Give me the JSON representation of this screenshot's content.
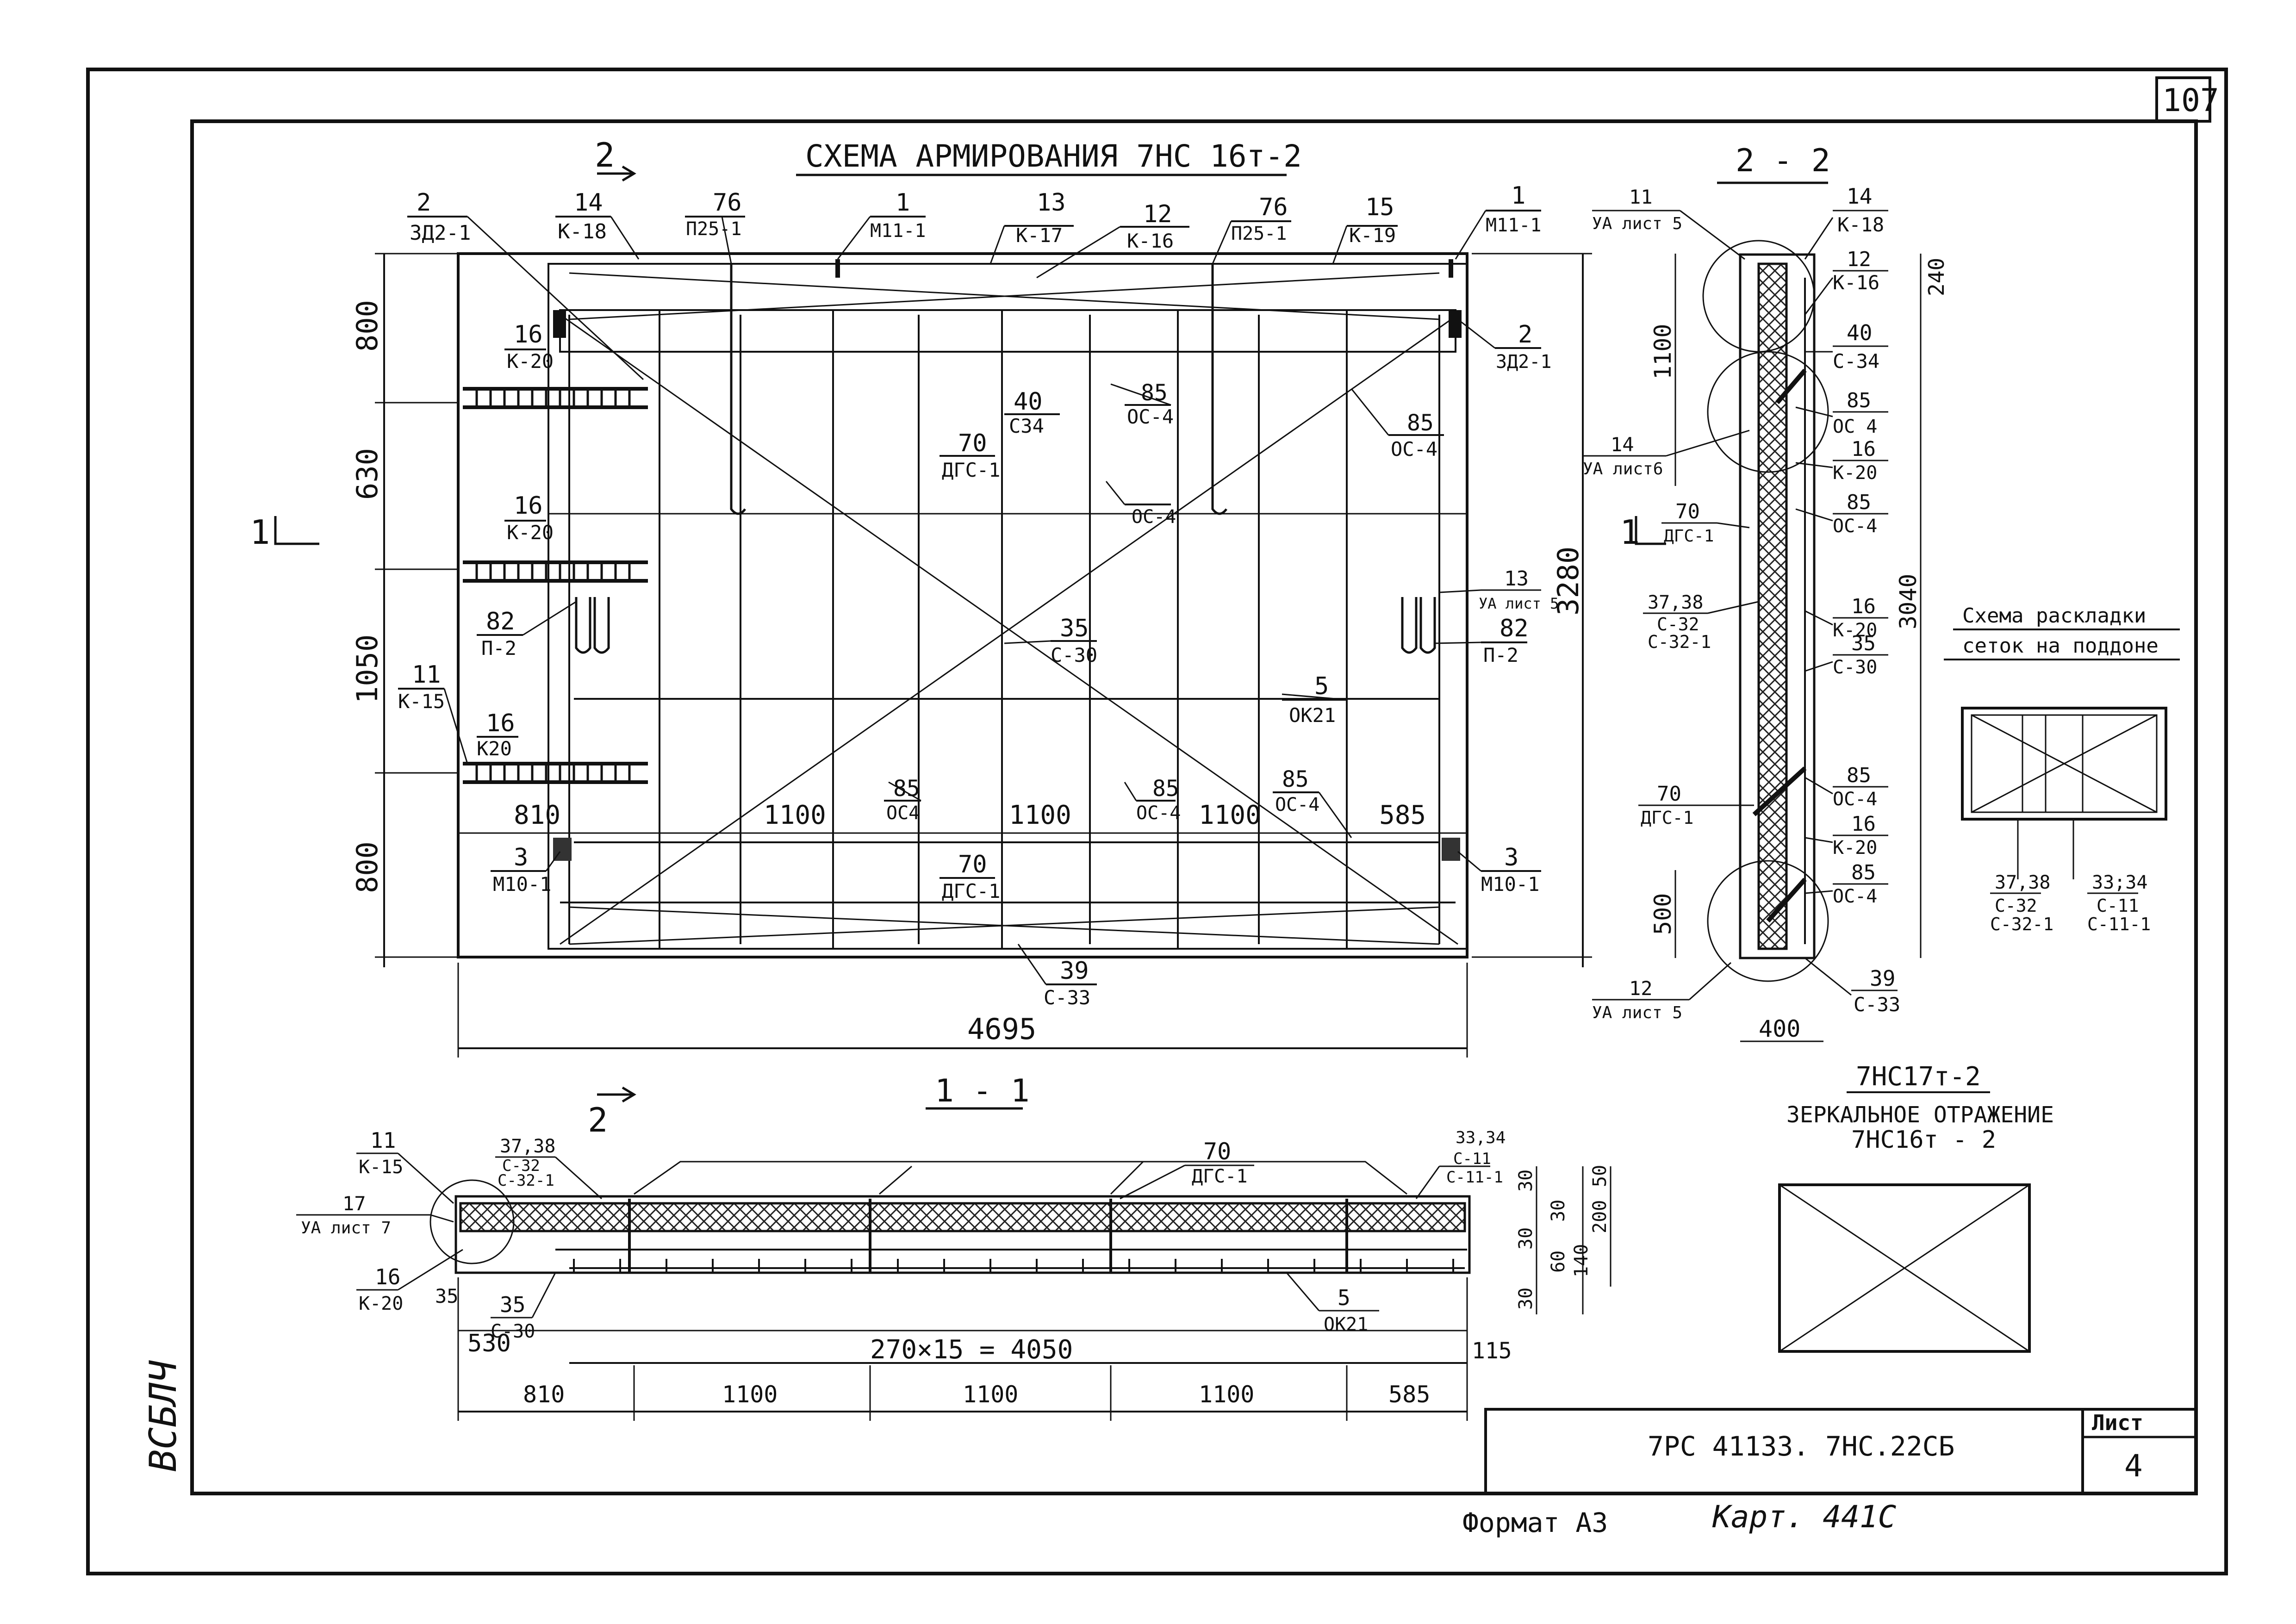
{
  "sheet": {
    "page_number": "107",
    "title": "СХЕМА АРМИРОВАНИЯ 7НС 16т-2",
    "section_22": "2 - 2",
    "section_11": "1 - 1",
    "marker_2": "2",
    "marker_1": "1",
    "format": "Формат А3",
    "kart": "Карт. 441С",
    "margin_sign": "ВСБЛЧ"
  },
  "plan": {
    "dims_left": [
      "800",
      "630",
      "1050",
      "800"
    ],
    "dim_right": "3280",
    "dims_bottom_inner": [
      "810",
      "1100",
      "1100",
      "1100",
      "585"
    ],
    "dim_total": "4695",
    "callouts": [
      {
        "num": "2",
        "mark": "ЗД2-1"
      },
      {
        "num": "14",
        "mark": "К-18"
      },
      {
        "num": "76",
        "mark": "П25-1"
      },
      {
        "num": "1",
        "mark": "М11-1"
      },
      {
        "num": "13",
        "mark": "К-17"
      },
      {
        "num": "12",
        "mark": "К-16"
      },
      {
        "num": "76",
        "mark": "П25-1"
      },
      {
        "num": "15",
        "mark": "К-19"
      },
      {
        "num": "1",
        "mark": "М11-1"
      },
      {
        "num": "2",
        "mark": "ЗД2-1"
      },
      {
        "num": "16",
        "mark": "К-20"
      },
      {
        "num": "40",
        "mark": "С34"
      },
      {
        "num": "85",
        "mark": "ОС-4"
      },
      {
        "num": "85",
        "mark": "ОС-4"
      },
      {
        "num": "70",
        "mark": "ДГС-1"
      },
      {
        "num": "",
        "mark": "ОС-4"
      },
      {
        "num": "16",
        "mark": "К-20"
      },
      {
        "num": "13",
        "mark": "УА лист 5"
      },
      {
        "num": "82",
        "mark": "П-2"
      },
      {
        "num": "82",
        "mark": "П-2"
      },
      {
        "num": "35",
        "mark": "С-30"
      },
      {
        "num": "11",
        "mark": "К-15"
      },
      {
        "num": "5",
        "mark": "ОК21"
      },
      {
        "num": "16",
        "mark": "К20"
      },
      {
        "num": "85",
        "mark": "ОС4"
      },
      {
        "num": "85",
        "mark": "ОС-4"
      },
      {
        "num": "85",
        "mark": "ОС-4"
      },
      {
        "num": "3",
        "mark": "М10-1"
      },
      {
        "num": "3",
        "mark": "М10-1"
      },
      {
        "num": "70",
        "mark": "ДГС-1"
      },
      {
        "num": "39",
        "mark": "С-33"
      }
    ]
  },
  "section22": {
    "dims": [
      "240",
      "1100",
      "3040",
      "500",
      "400"
    ],
    "callouts": [
      {
        "num": "11",
        "mark": "УА лист 5"
      },
      {
        "num": "14",
        "mark": "К-18"
      },
      {
        "num": "12",
        "mark": "К-16"
      },
      {
        "num": "40",
        "mark": "С-34"
      },
      {
        "num": "85",
        "mark": "ОС 4"
      },
      {
        "num": "16",
        "mark": "К-20"
      },
      {
        "num": "14",
        "mark": "УА лист6"
      },
      {
        "num": "85",
        "mark": "ОС-4"
      },
      {
        "num": "70",
        "mark": "ДГС-1"
      },
      {
        "num": "37,38",
        "mark": "С-32"
      },
      {
        "num": "",
        "mark": "С-32-1"
      },
      {
        "num": "16",
        "mark": "К-20"
      },
      {
        "num": "35",
        "mark": "С-30"
      },
      {
        "num": "70",
        "mark": "ДГС-1"
      },
      {
        "num": "85",
        "mark": "ОС-4"
      },
      {
        "num": "16",
        "mark": "К-20"
      },
      {
        "num": "85",
        "mark": "ОС-4"
      },
      {
        "num": "12",
        "mark": "УА лист 5"
      },
      {
        "num": "39",
        "mark": "С-33"
      }
    ]
  },
  "layout_scheme": {
    "title_1": "Схема раскладки",
    "title_2": "сеток на поддоне",
    "left_num": "37,38",
    "left_m1": "С-32",
    "left_m2": "С-32-1",
    "right_num": "33;34",
    "right_m1": "С-11",
    "right_m2": "С-11-1"
  },
  "mirror": {
    "code": "7НС17т-2",
    "line1": "ЗЕРКАЛЬНОЕ ОТРАЖЕНИЕ",
    "line2": "7НС16т - 2"
  },
  "section11": {
    "dims_right": [
      "30",
      "50",
      "30",
      "200",
      "30",
      "140",
      "60",
      "30"
    ],
    "dim_35": "35",
    "dim_530": "530",
    "dim_formula": "270×15 = 4050",
    "dim_115": "115",
    "dims_bottom": [
      "810",
      "1100",
      "1100",
      "1100",
      "585"
    ],
    "callouts": [
      {
        "num": "11",
        "mark": "К-15"
      },
      {
        "num": "17",
        "mark": "УА лист 7"
      },
      {
        "num": "16",
        "mark": "К-20"
      },
      {
        "num": "37,38",
        "mark": "С-32"
      },
      {
        "num": "",
        "mark": "С-32-1"
      },
      {
        "num": "70",
        "mark": "ДГС-1"
      },
      {
        "num": "33,34",
        "mark": "С-11"
      },
      {
        "num": "",
        "mark": "С-11-1"
      },
      {
        "num": "35",
        "mark": "С-30"
      },
      {
        "num": "5",
        "mark": "ОК21"
      }
    ]
  },
  "title_block": {
    "doc_code": "7РС 41133. 7НС.22СБ",
    "sheet_label": "Лист",
    "sheet_number": "4"
  }
}
